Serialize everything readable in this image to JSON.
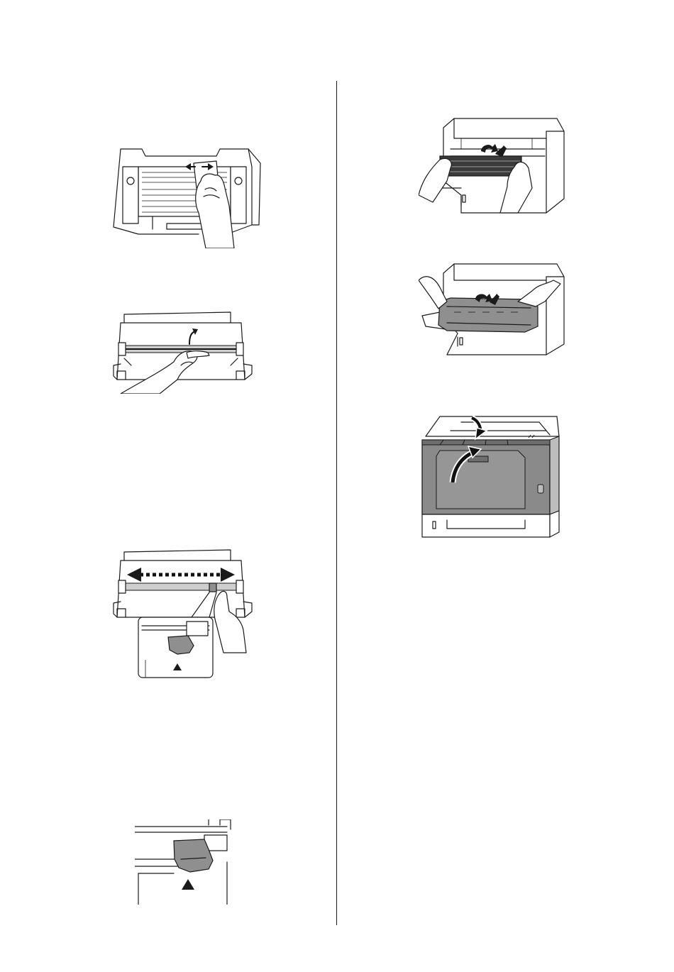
{
  "figures": {
    "fig1": {
      "icon": "wipe-roller-with-cloth-illustration"
    },
    "fig2": {
      "icon": "lift-film-with-finger-illustration"
    },
    "fig3": {
      "icon": "slide-cleaning-tab-illustration"
    },
    "fig4": {
      "icon": "cleaning-tab-home-position-illustration"
    },
    "fig5": {
      "icon": "insert-drum-unit-illustration"
    },
    "fig6": {
      "icon": "insert-toner-cartridge-illustration"
    },
    "fig7": {
      "icon": "close-front-cover-illustration"
    }
  },
  "colors": {
    "line": "#1a1a1a",
    "tab_gray": "#8f8f8f",
    "cover_gray": "#8a8a8a"
  }
}
